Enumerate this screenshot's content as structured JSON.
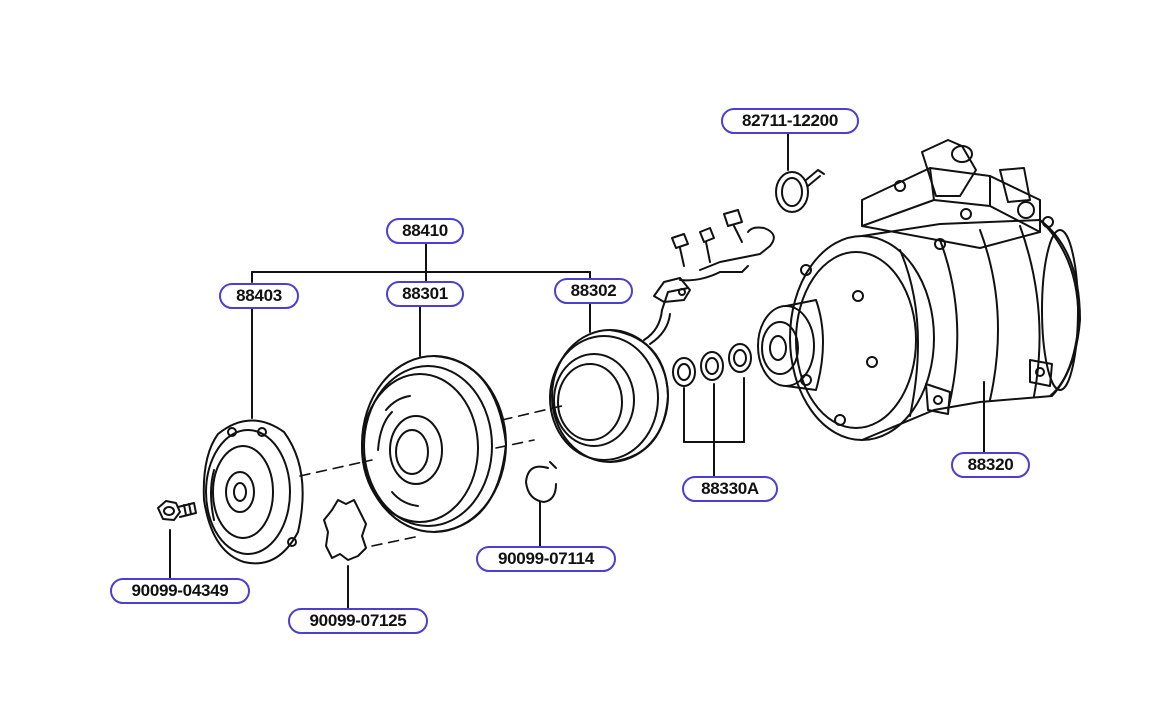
{
  "colors": {
    "callout_border": "#4a3fd1",
    "line": "#111111"
  },
  "parts": [
    {
      "id": "p1",
      "number": "82711-12200"
    },
    {
      "id": "p2",
      "number": "88410"
    },
    {
      "id": "p3",
      "number": "88403"
    },
    {
      "id": "p4",
      "number": "88301"
    },
    {
      "id": "p5",
      "number": "88302"
    },
    {
      "id": "p6",
      "number": "88320"
    },
    {
      "id": "p7",
      "number": "88330A"
    },
    {
      "id": "p8",
      "number": "90099-07114"
    },
    {
      "id": "p9",
      "number": "90099-04349"
    },
    {
      "id": "p10",
      "number": "90099-07125"
    }
  ]
}
